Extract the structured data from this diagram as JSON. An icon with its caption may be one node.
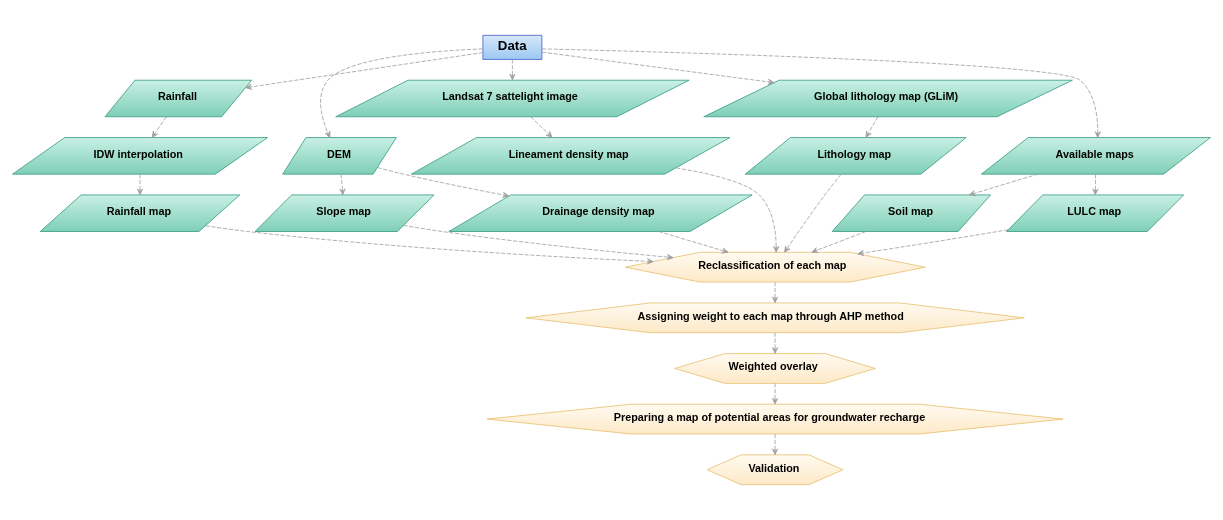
{
  "diagram": {
    "nodes": [
      {
        "text": [
          "Data"
        ]
      },
      {
        "text": [
          "Rainfall"
        ]
      },
      {
        "text": [
          "IDW interpolation"
        ]
      },
      {
        "text": [
          "DEM"
        ]
      },
      {
        "text": [
          "Landsat 7 sattelight image"
        ]
      },
      {
        "text": [
          "Global lithology map (GLiM)"
        ]
      },
      {
        "text": [
          "Available maps"
        ]
      },
      {
        "text": [
          "Rainfall map"
        ]
      },
      {
        "text": [
          "Slope map"
        ]
      },
      {
        "text": [
          "Drainage density map"
        ]
      },
      {
        "text": [
          "Lineament density map"
        ]
      },
      {
        "text": [
          "Lithology map"
        ]
      },
      {
        "text": [
          "Soil map"
        ]
      },
      {
        "text": [
          "LULC map"
        ]
      },
      {
        "text": [
          "Reclassification of each map"
        ]
      },
      {
        "text": [
          "Assigning weight to each map through AHP method"
        ]
      },
      {
        "text": [
          "Weighted overlay"
        ]
      },
      {
        "text": [
          "Preparing a map of potential areas for groundwater recharge"
        ]
      },
      {
        "text": [
          "Validation"
        ]
      }
    ],
    "edges": [
      {
        "from": 0,
        "to": 1,
        "arrow": "to"
      },
      {
        "from": 0,
        "to": 3,
        "arrow": "to"
      },
      {
        "from": 0,
        "to": 4,
        "arrow": "to"
      },
      {
        "from": 0,
        "to": 5,
        "arrow": "to"
      },
      {
        "from": 0,
        "to": 6,
        "arrow": "to"
      },
      {
        "from": 1,
        "to": 2,
        "arrow": "to"
      },
      {
        "from": 2,
        "to": 7,
        "arrow": "to"
      },
      {
        "from": 3,
        "to": 8,
        "arrow": "to"
      },
      {
        "from": 3,
        "to": 9,
        "arrow": "to"
      },
      {
        "from": 4,
        "to": 10,
        "arrow": "to"
      },
      {
        "from": 5,
        "to": 11,
        "arrow": "to"
      },
      {
        "from": 6,
        "to": 12,
        "arrow": "to"
      },
      {
        "from": 6,
        "to": 13,
        "arrow": "to"
      },
      {
        "from": 7,
        "to": 14,
        "arrow": "to"
      },
      {
        "from": 8,
        "to": 14,
        "arrow": "to"
      },
      {
        "from": 9,
        "to": 14,
        "arrow": "to"
      },
      {
        "from": 10,
        "to": 14,
        "arrow": "to"
      },
      {
        "from": 11,
        "to": 14,
        "arrow": "to"
      },
      {
        "from": 12,
        "to": 14,
        "arrow": "to"
      },
      {
        "from": 13,
        "to": 14,
        "arrow": "to"
      },
      {
        "from": 14,
        "to": 15,
        "arrow": "to"
      },
      {
        "from": 15,
        "to": 16,
        "arrow": "to"
      },
      {
        "from": 16,
        "to": 17,
        "arrow": "to"
      },
      {
        "from": 17,
        "to": 18,
        "arrow": "to"
      }
    ]
  }
}
